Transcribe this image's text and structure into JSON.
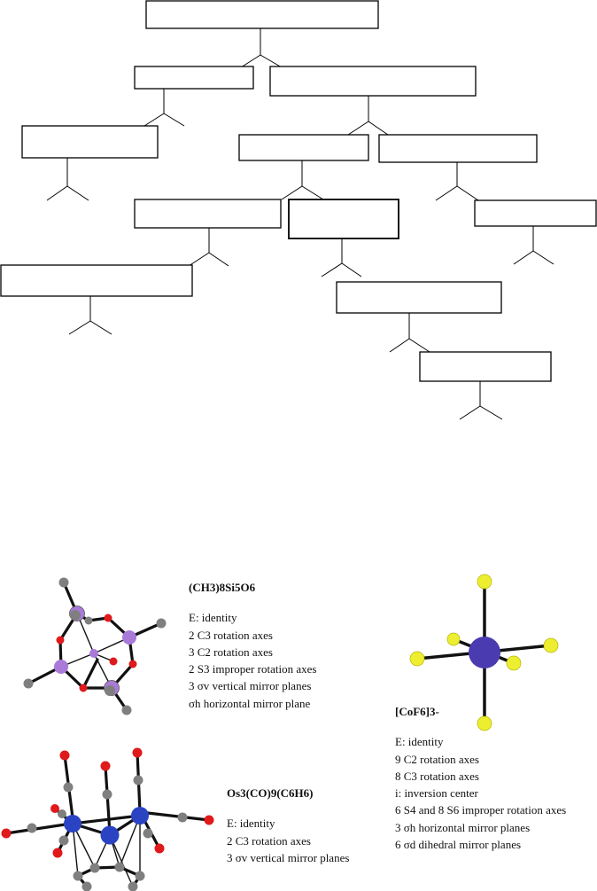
{
  "molecule_1": {
    "formula": "(CH3)8Si5O6",
    "elements": [
      "E: identity",
      "2 C3 rotation axes",
      "3 C2 rotation axes",
      "2 S3 improper rotation axes",
      "3 σv vertical mirror planes",
      "σh horizontal mirror plane"
    ]
  },
  "molecule_2": {
    "formula": "[CoF6]3-",
    "elements": [
      "E: identity",
      "9 C2 rotation axes",
      "8 C3 rotation axes",
      "i: inversion center",
      "6 S4 and 8 S6 improper rotation axes",
      "3 σh horizontal mirror planes",
      "6 σd dihedral mirror planes"
    ]
  },
  "molecule_3": {
    "formula": "Os3(CO)9(C6H6)",
    "elements": [
      "E: identity",
      "2 C3 rotation axes",
      "3 σv vertical mirror planes"
    ]
  },
  "colors": {
    "carbon": "#7f7f7f",
    "oxygen": "#e0191b",
    "silicon": "#a97ad8",
    "cobalt": "#4b3bb0",
    "fluorine": "#eeee30",
    "osmium": "#2a43c2"
  }
}
